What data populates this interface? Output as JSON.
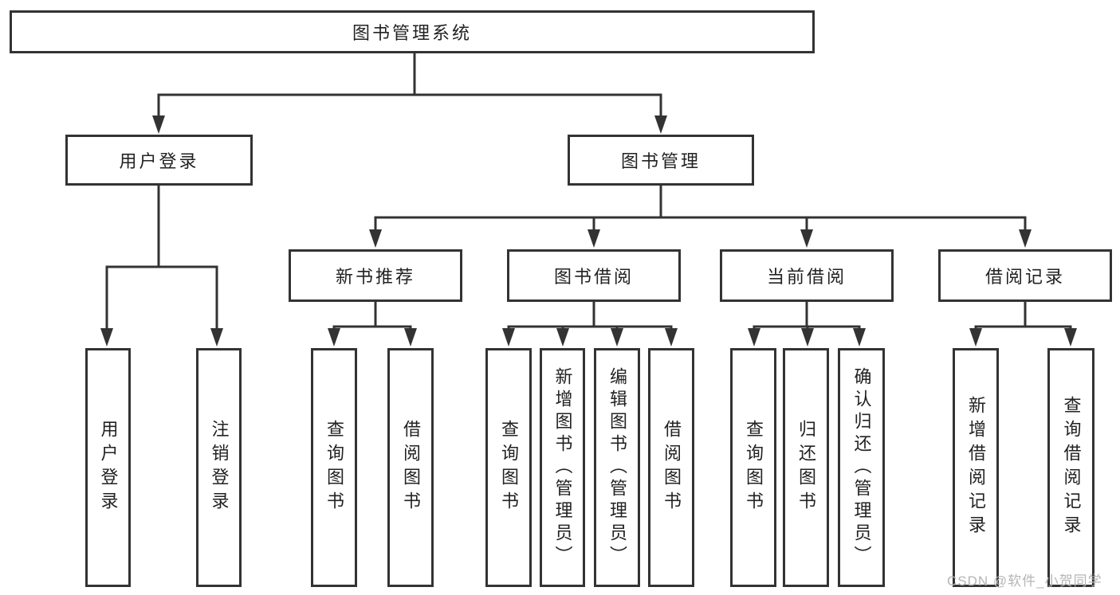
{
  "diagram": {
    "type": "hierarchy-tree",
    "root": {
      "label": "图书管理系统"
    },
    "branches": [
      {
        "label": "用户登录",
        "children": [
          {
            "label": "用户登录"
          },
          {
            "label": "注销登录"
          }
        ]
      },
      {
        "label": "图书管理",
        "children": [
          {
            "label": "新书推荐",
            "children": [
              {
                "label": "查询图书"
              },
              {
                "label": "借阅图书"
              }
            ]
          },
          {
            "label": "图书借阅",
            "children": [
              {
                "label": "查询图书"
              },
              {
                "label": "新增图书（管理员）"
              },
              {
                "label": "编辑图书（管理员）"
              },
              {
                "label": "借阅图书"
              }
            ]
          },
          {
            "label": "当前借阅",
            "children": [
              {
                "label": "查询图书"
              },
              {
                "label": "归还图书"
              },
              {
                "label": "确认归还（管理员）"
              }
            ]
          },
          {
            "label": "借阅记录",
            "children": [
              {
                "label": "新增借阅记录"
              },
              {
                "label": "查询借阅记录"
              }
            ]
          }
        ]
      }
    ]
  },
  "watermark": {
    "text": "CSDN @软件_小贺同学"
  },
  "colors": {
    "line": "#333333",
    "text": "#222222",
    "background": "#ffffff",
    "watermark": "#b5b5b5"
  }
}
